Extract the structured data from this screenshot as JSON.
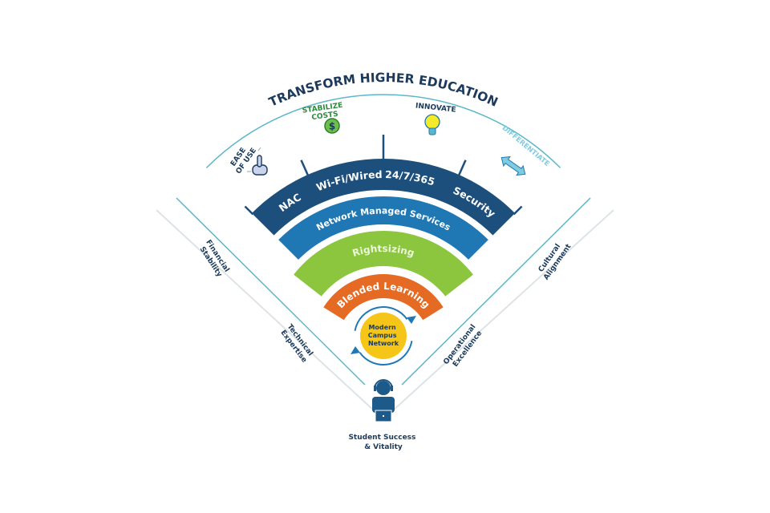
{
  "title": "TRANSFORM HIGHER EDUCATION",
  "goals": {
    "ease_of_use": [
      "EASE",
      "OF USE"
    ],
    "stabilize_costs": [
      "STABILIZE",
      "COSTS"
    ],
    "innovate": "INNOVATE",
    "differentiate": "DIFFERENTIATE"
  },
  "bands": {
    "outer": [
      "NAC",
      "Wi-Fi/Wired",
      "24/7/365",
      "Security"
    ],
    "managed": "Network Managed Services",
    "rightsizing": "Rightsizing",
    "blended": "Blended Learning"
  },
  "core": [
    "Modern",
    "Campus",
    "Network"
  ],
  "pillars_left": {
    "financial": [
      "Financial",
      "Stability"
    ],
    "technical": [
      "Technical",
      "Expertise"
    ]
  },
  "pillars_right": {
    "cultural": [
      "Cultural",
      "Alignment"
    ],
    "operational": [
      "Operational",
      "Excellence"
    ]
  },
  "student": [
    "Student Success",
    "& Vitality"
  ],
  "colors": {
    "navy": "#1d4f7c",
    "blue": "#1f78b4",
    "green": "#8cc63f",
    "orange": "#e56a24",
    "yellow": "#f5c518",
    "teal": "#5bb7c9",
    "dark_text": "#1b3a5c"
  }
}
